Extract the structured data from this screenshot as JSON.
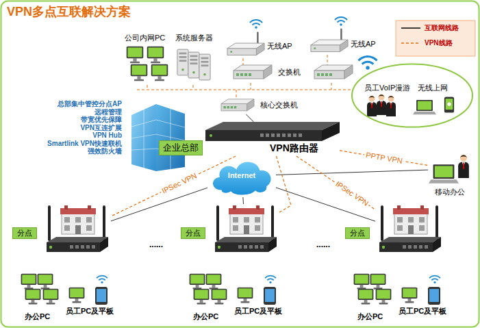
{
  "diagram": {
    "title": "VPN多点互联解决方案",
    "nodes": [
      {
        "text": [
          "公司内网PC"
        ]
      },
      {
        "text": [
          "系统服务器"
        ]
      },
      {
        "text": [
          "无线AP"
        ]
      },
      {
        "text": [
          "无线AP"
        ]
      },
      {
        "text": [
          "交换机"
        ]
      },
      {
        "text": [
          "核心交换机"
        ]
      },
      {
        "text": [
          "员工VoIP漫游",
          "无线上网"
        ]
      },
      {
        "text": [
          "企业总部"
        ]
      },
      {
        "text": [
          "VPN路由器"
        ]
      },
      {
        "text": [
          "Internet"
        ]
      },
      {
        "text": [
          "移动办公"
        ]
      },
      {
        "text": [
          "分点"
        ]
      },
      {
        "text": [
          "分点"
        ]
      },
      {
        "text": [
          "分点"
        ]
      }
    ],
    "edges": [
      {
        "from": 5,
        "to": 8,
        "arrow": "none"
      },
      {
        "from": 9,
        "to": 10,
        "arrow": "none"
      },
      {
        "from": 9,
        "to": 11,
        "arrow": "none"
      },
      {
        "from": 9,
        "to": 12,
        "arrow": "none"
      },
      {
        "from": 9,
        "to": 13,
        "arrow": "none"
      },
      {
        "from": 8,
        "to": 10,
        "label": "PPTP VPN",
        "arrow": "none"
      },
      {
        "from": 8,
        "to": 11,
        "label": "IPSec VPN",
        "arrow": "none"
      },
      {
        "from": 8,
        "to": 12,
        "arrow": "none"
      },
      {
        "from": 8,
        "to": 13,
        "label": "IPSec VPN",
        "arrow": "none"
      }
    ],
    "labels": [
      "总部集中管控分点AP",
      "远程管理",
      "带宽优先保障",
      "VPN互连扩展",
      "VPN Hub",
      "Smartlink VPN快速联机",
      "强效防火墙",
      "......",
      "......",
      "办公PC",
      "员工PC及平板",
      "办公PC",
      "员工PC及平板",
      "办公PC",
      "员工PC及平板"
    ],
    "legend": [
      {
        "text": "互联网线路"
      },
      {
        "text": "VPN线路"
      }
    ]
  }
}
